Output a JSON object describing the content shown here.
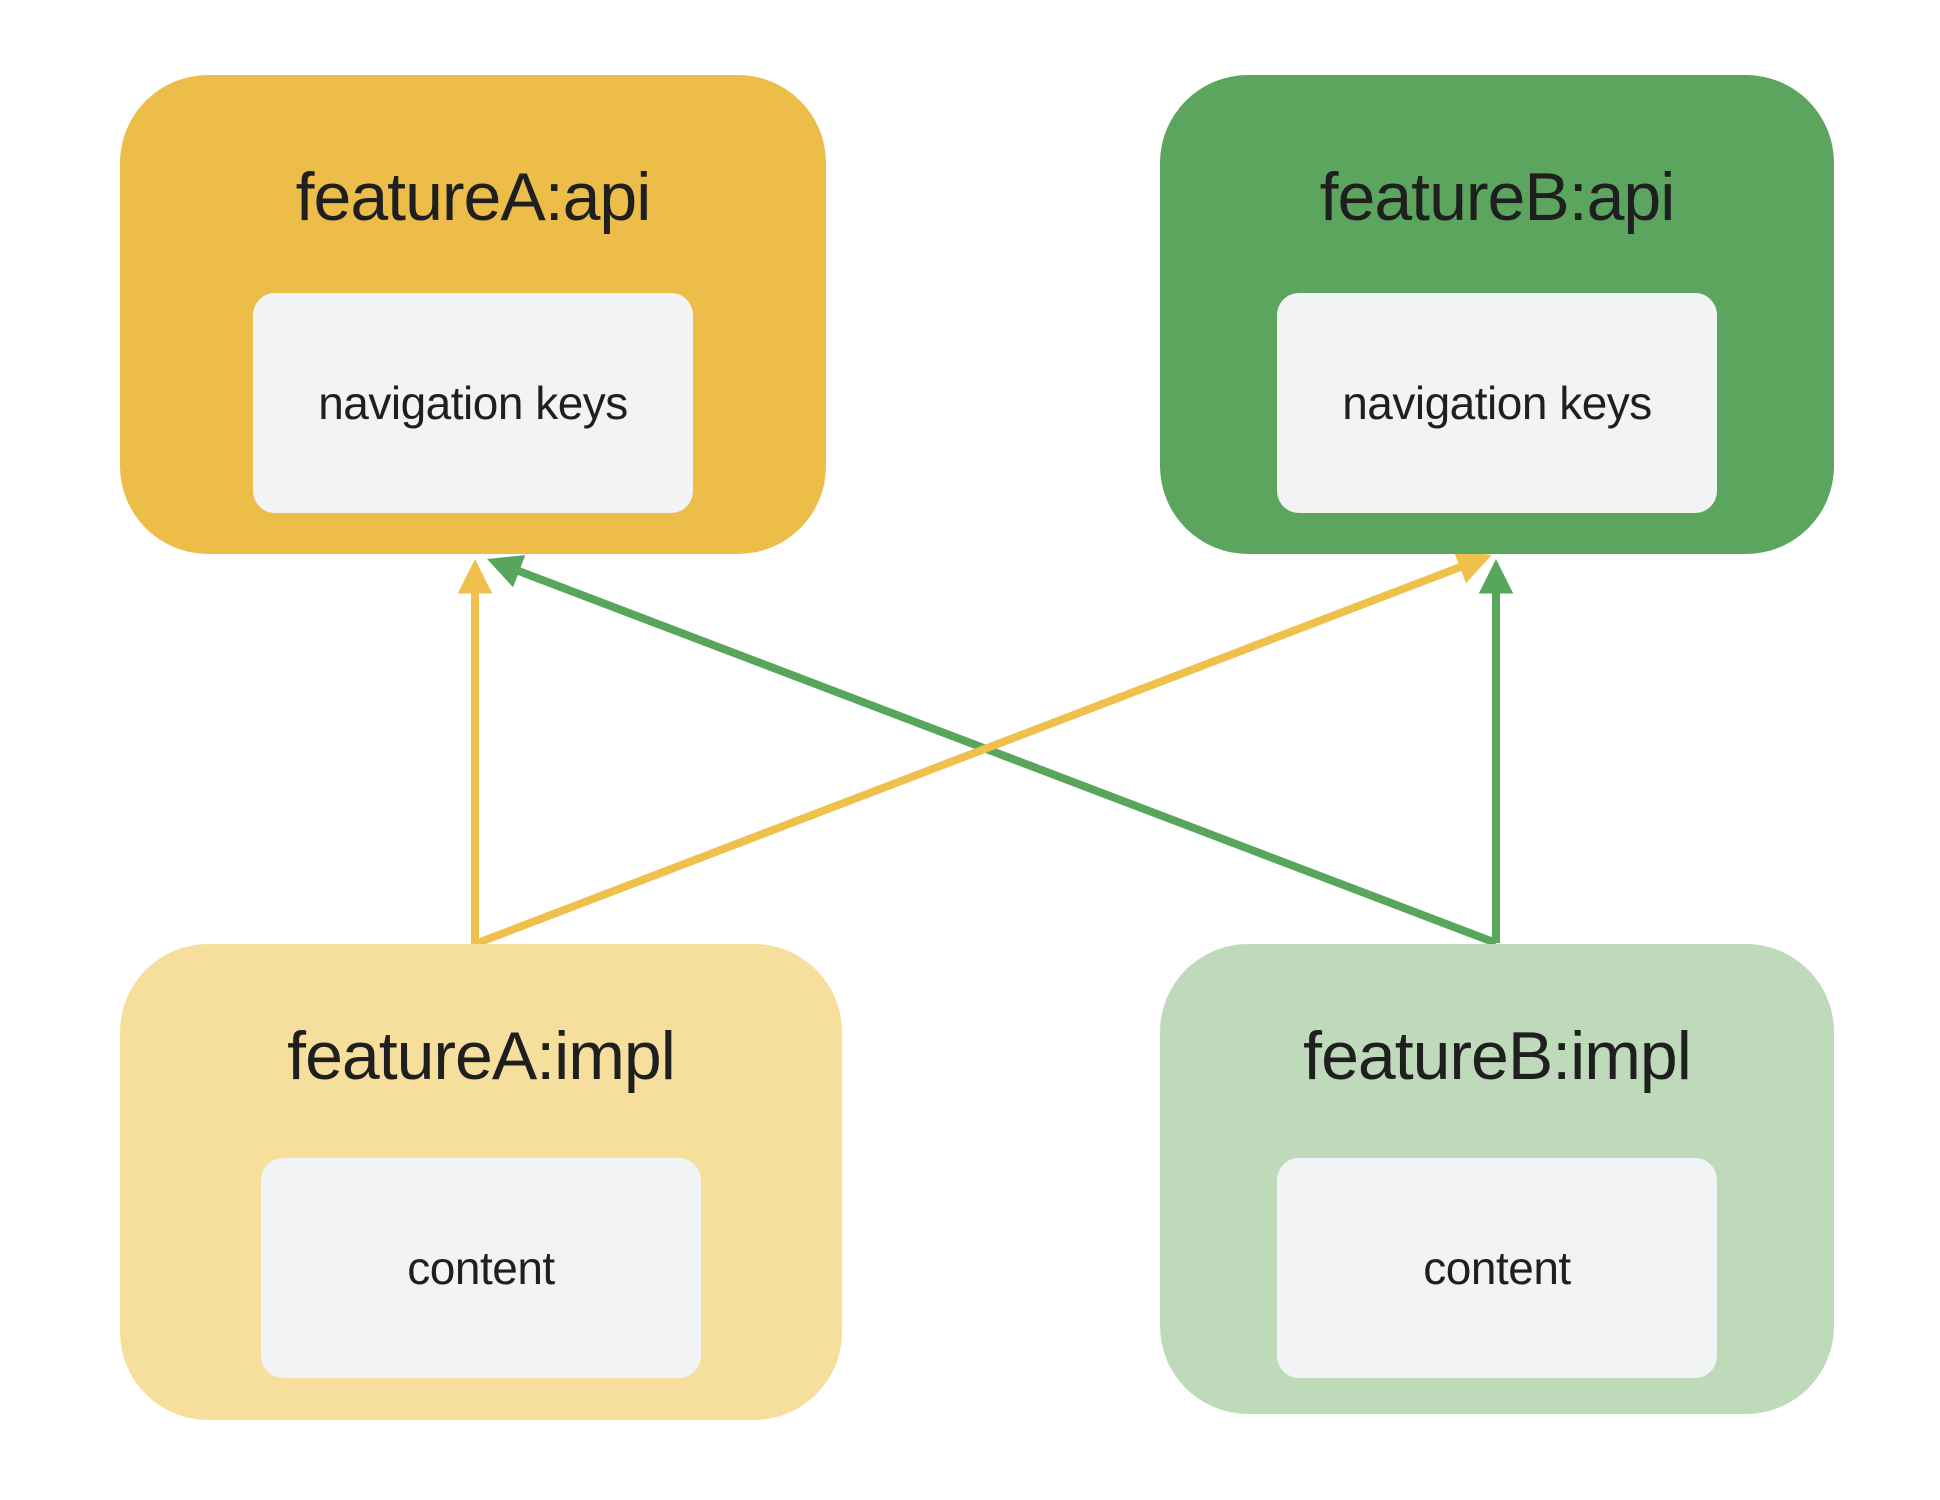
{
  "diagram": {
    "background": "#FFFFFF",
    "text_color": "#1F1F1F",
    "inner_bg": "#F1F3F4",
    "nodes": {
      "a_api": {
        "title": "featureA:api",
        "inner_label": "navigation keys",
        "bg": "#ECBE49"
      },
      "b_api": {
        "title": "featureB:api",
        "inner_label": "navigation keys",
        "bg": "#5BA55E"
      },
      "a_impl": {
        "title": "featureA:impl",
        "inner_label": "content",
        "bg": "#F6DF9C"
      },
      "b_impl": {
        "title": "featureB:impl",
        "inner_label": "content",
        "bg": "#BFDABB"
      }
    },
    "arrows": [
      {
        "from": "a_impl",
        "to": "a_api",
        "color": "#EFC14C"
      },
      {
        "from": "a_impl",
        "to": "b_api",
        "color": "#EFC14C"
      },
      {
        "from": "b_impl",
        "to": "b_api",
        "color": "#58A55C"
      },
      {
        "from": "b_impl",
        "to": "a_api",
        "color": "#58A55C"
      }
    ]
  }
}
